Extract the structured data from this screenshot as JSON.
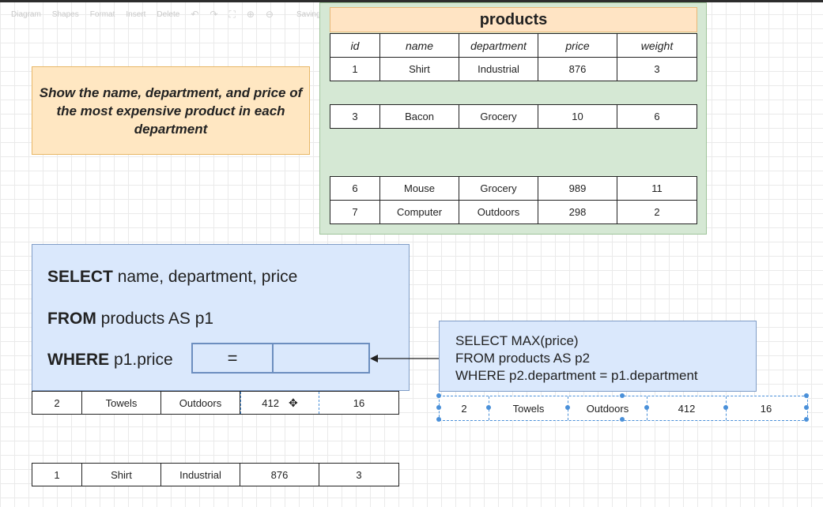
{
  "toolbar": {
    "items": [
      "Diagram",
      "Shapes",
      "Format",
      "Insert",
      "Delete"
    ],
    "saving": "Saving"
  },
  "question": {
    "text": "Show the name, department, and price of the most expensive product in each department"
  },
  "products_table": {
    "title": "products",
    "columns": [
      "id",
      "name",
      "department",
      "price",
      "weight"
    ],
    "rows": [
      [
        "1",
        "Shirt",
        "Industrial",
        "876",
        "3"
      ],
      [
        "3",
        "Bacon",
        "Grocery",
        "10",
        "6"
      ],
      [
        "6",
        "Mouse",
        "Grocery",
        "989",
        "11"
      ],
      [
        "7",
        "Computer",
        "Outdoors",
        "298",
        "2"
      ]
    ]
  },
  "query": {
    "select_kw": "SELECT",
    "select_rest": "name, department, price",
    "from_kw": "FROM",
    "from_rest": "products AS p1",
    "where_kw": "WHERE",
    "where_rest": "p1.price",
    "operator": "="
  },
  "subquery": {
    "line1": "SELECT MAX(price)",
    "line2": "FROM products AS p2",
    "line3": "WHERE p2.department = p1.department"
  },
  "row_left": [
    "2",
    "Towels",
    "Outdoors",
    "412",
    "16"
  ],
  "row_selected": [
    "2",
    "Towels",
    "Outdoors",
    "412",
    "16"
  ],
  "row_bottom": [
    "1",
    "Shirt",
    "Industrial",
    "876",
    "3"
  ],
  "move_cursor_icon": "move-cursor-icon",
  "colors": {
    "note_fill": "#ffe7c2",
    "table_container": "#d5e8d4",
    "query_fill": "#dae8fc",
    "selection": "#4a90d9"
  }
}
